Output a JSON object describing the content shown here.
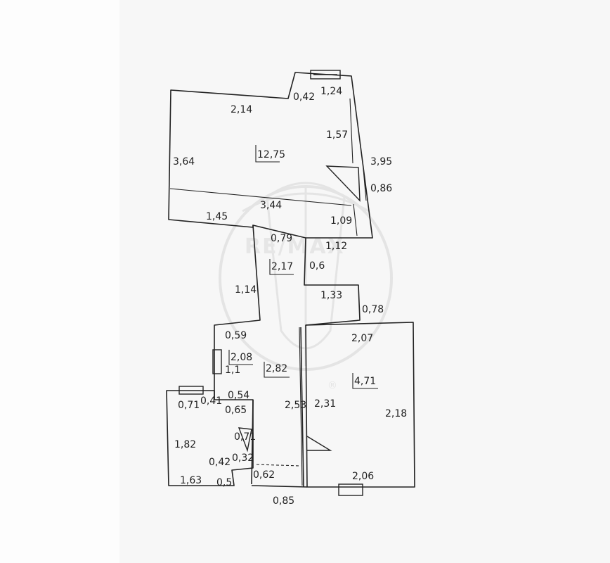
{
  "logo": {
    "text": "RE/MAX",
    "registered": "®"
  },
  "colors": {
    "ink": "#222222",
    "watermark": "#d6d6d6",
    "paper": "#fdfdfd"
  },
  "dimensions": {
    "top_2_14": "2,14",
    "top_0_42": "0,42",
    "window_1_24": "1,24",
    "left_3_64": "3,64",
    "right_1_57": "1,57",
    "right_3_95": "3,95",
    "right_0_86": "0,86",
    "mid_3_44": "3,44",
    "mid_1_45": "1,45",
    "right_1_09": "1,09",
    "hall_0_79": "0,79",
    "hall_1_12": "1,12",
    "hall_0_6": "0,6",
    "hall_1_14": "1,14",
    "hall_1_33": "1,33",
    "hall_0_78": "0,78",
    "hall_0_59": "0,59",
    "hall_1_1": "1,1",
    "room_2_07": "2,07",
    "room_2_31": "2,31",
    "room_2_18": "2,18",
    "room_2_53": "2,53",
    "room_2_06": "2,06",
    "bath_0_54": "0,54",
    "bath_0_71": "0,71",
    "bath_0_41": "0,41",
    "bath_0_65": "0,65",
    "bath_1_82": "1,82",
    "bath_0_71b": "0,71",
    "bath_0_42": "0,42",
    "bath_0_32": "0,32",
    "bath_1_63": "1,63",
    "bath_0_5": "0,5",
    "bath_0_62": "0,62",
    "bottom_0_85": "0,85"
  },
  "areas": {
    "living": "12,75",
    "hall": "2,17",
    "storage": "2,08",
    "corridor": "2,82",
    "bedroom": "4,71"
  }
}
